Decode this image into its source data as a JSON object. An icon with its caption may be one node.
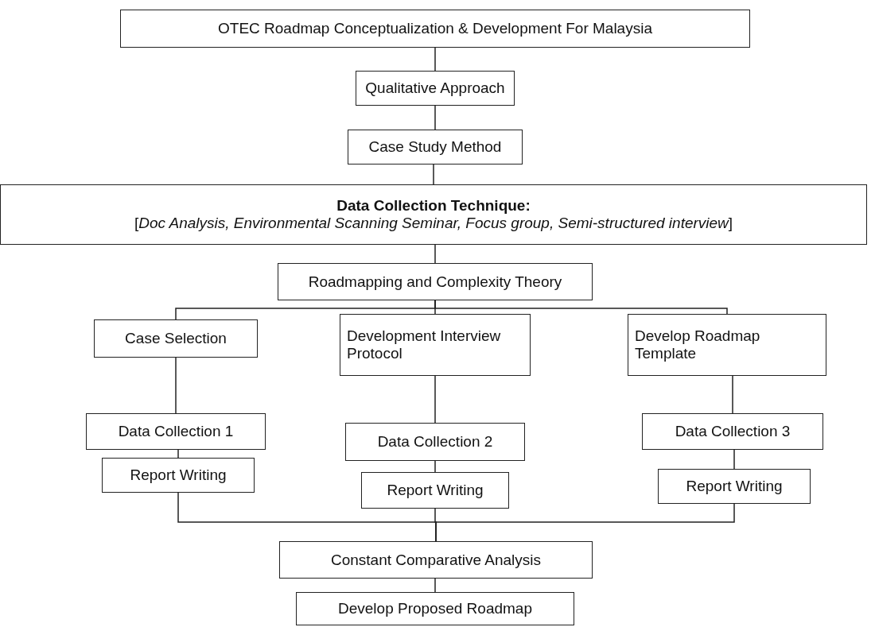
{
  "diagram": {
    "nodes": [
      {
        "text": [
          "OTEC Roadmap Conceptualization & Development For Malaysia"
        ]
      },
      {
        "text": [
          "Qualitative Approach"
        ]
      },
      {
        "text": [
          "Case Study Method"
        ]
      },
      {
        "text": [
          "Data Collection Technique:",
          "[*Doc Analysis, Environmental Scanning Seminar, Focus group, Semi-structured interview*]"
        ]
      },
      {
        "text": [
          "Roadmapping and Complexity Theory"
        ]
      },
      {
        "text": [
          "Case Selection"
        ]
      },
      {
        "text": [
          "Development Interview Protocol"
        ]
      },
      {
        "text": [
          "Develop Roadmap Template"
        ]
      },
      {
        "text": [
          "Data Collection 1"
        ]
      },
      {
        "text": [
          "Report Writing"
        ]
      },
      {
        "text": [
          "Data Collection 2"
        ]
      },
      {
        "text": [
          "Report Writing"
        ]
      },
      {
        "text": [
          "Data Collection 3"
        ]
      },
      {
        "text": [
          "Report Writing"
        ]
      },
      {
        "text": [
          "Constant Comparative Analysis"
        ]
      },
      {
        "text": [
          "Develop Proposed Roadmap"
        ]
      }
    ],
    "edges": [
      {
        "from": 0,
        "to": 1,
        "arrow": "none"
      },
      {
        "from": 1,
        "to": 2,
        "arrow": "none"
      },
      {
        "from": 2,
        "to": 3,
        "arrow": "none"
      },
      {
        "from": 3,
        "to": 4,
        "arrow": "none"
      },
      {
        "from": 4,
        "to": 5,
        "arrow": "none"
      },
      {
        "from": 4,
        "to": 6,
        "arrow": "none"
      },
      {
        "from": 4,
        "to": 7,
        "arrow": "none"
      },
      {
        "from": 5,
        "to": 8,
        "arrow": "none"
      },
      {
        "from": 8,
        "to": 9,
        "arrow": "none"
      },
      {
        "from": 6,
        "to": 10,
        "arrow": "none"
      },
      {
        "from": 10,
        "to": 11,
        "arrow": "none"
      },
      {
        "from": 7,
        "to": 12,
        "arrow": "none"
      },
      {
        "from": 12,
        "to": 13,
        "arrow": "none"
      },
      {
        "from": 9,
        "to": 14,
        "arrow": "none"
      },
      {
        "from": 11,
        "to": 14,
        "arrow": "none"
      },
      {
        "from": 13,
        "to": 14,
        "arrow": "none"
      },
      {
        "from": 14,
        "to": 15,
        "arrow": "none"
      }
    ]
  }
}
